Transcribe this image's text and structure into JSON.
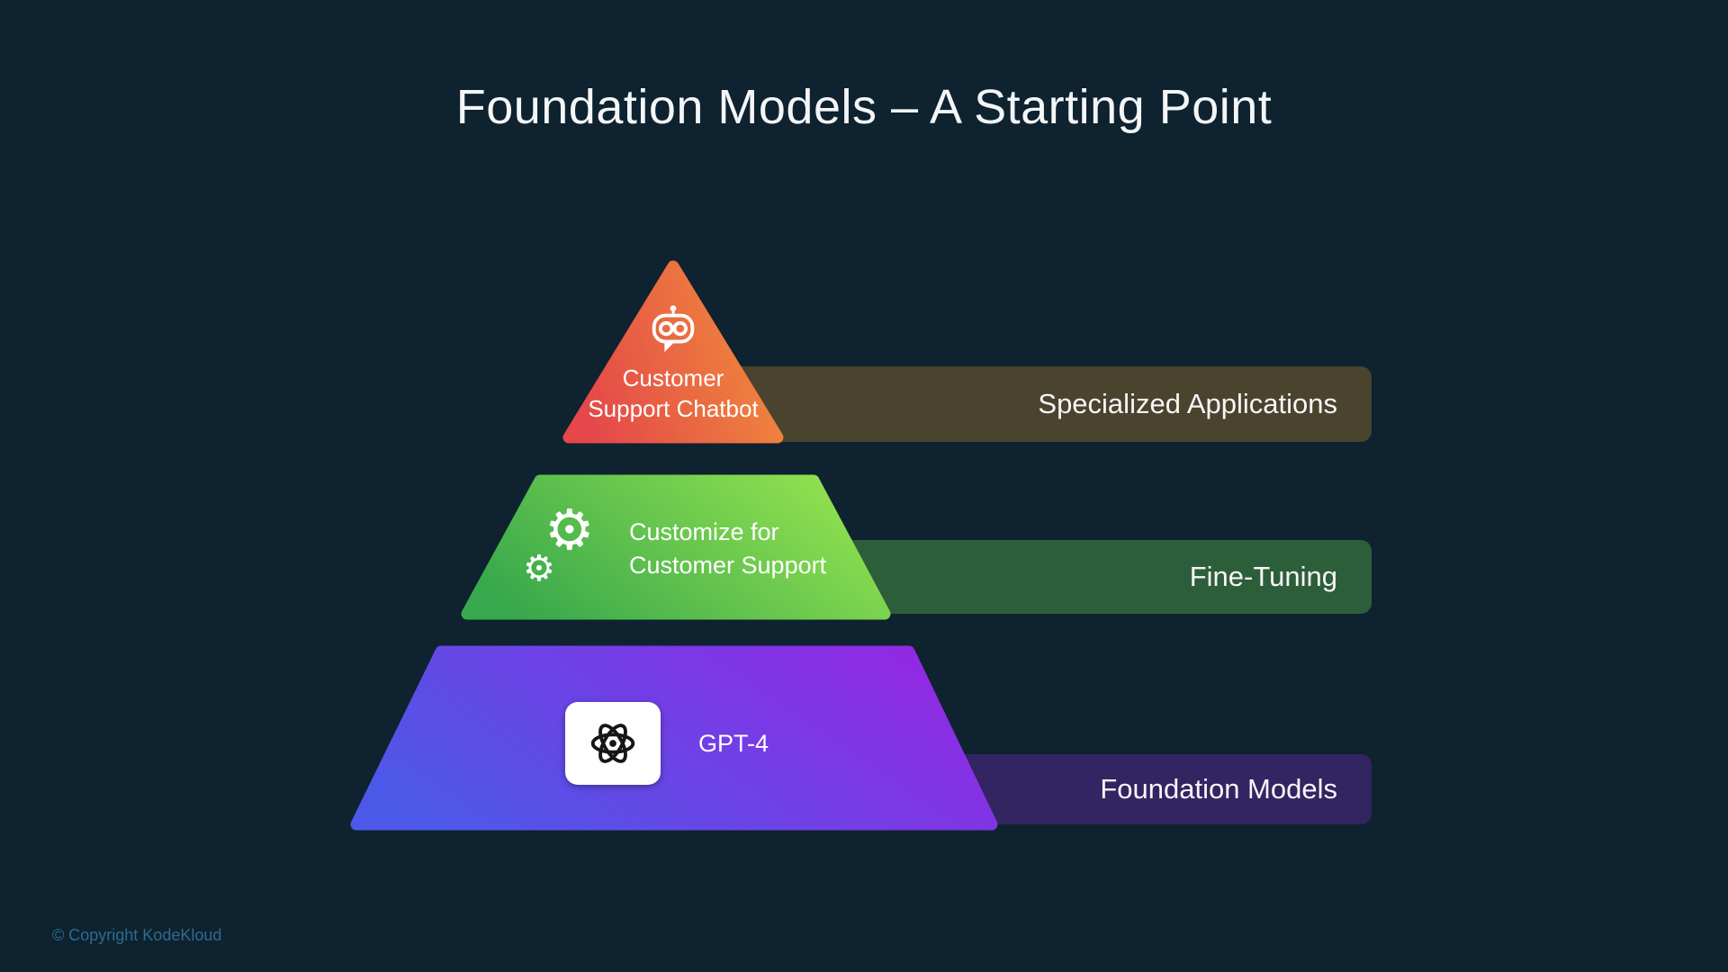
{
  "slide": {
    "title": "Foundation Models – A Starting Point",
    "copyright": "© Copyright KodeKloud"
  },
  "colors": {
    "background": "#0e222f",
    "title": "#f3f5f6",
    "copyright": "#2e6b8e"
  },
  "pyramid": {
    "type": "pyramid-diagram",
    "layers": [
      {
        "name": "Specialized Applications",
        "bar_label": "Specialized Applications",
        "lines": [
          "Customer",
          "Support Chatbot"
        ],
        "icon": "chatbot-icon",
        "gradient_from": "#e4484a",
        "gradient_to": "#f08c3a",
        "bar_color": "#4a432e"
      },
      {
        "name": "Fine-Tuning",
        "bar_label": "Fine-Tuning",
        "lines": [
          "Customize for",
          "Customer Support"
        ],
        "icon": "gears-icon",
        "gradient_from": "#38a84c",
        "gradient_to": "#92e14f",
        "bar_color": "#2d5e3a"
      },
      {
        "name": "Foundation Models",
        "bar_label": "Foundation Models",
        "lines": [
          "GPT-4"
        ],
        "icon": "openai-logo-icon",
        "gradient_from": "#4c59e8",
        "gradient_to": "#9129e3",
        "bar_color": "#332462"
      }
    ]
  }
}
